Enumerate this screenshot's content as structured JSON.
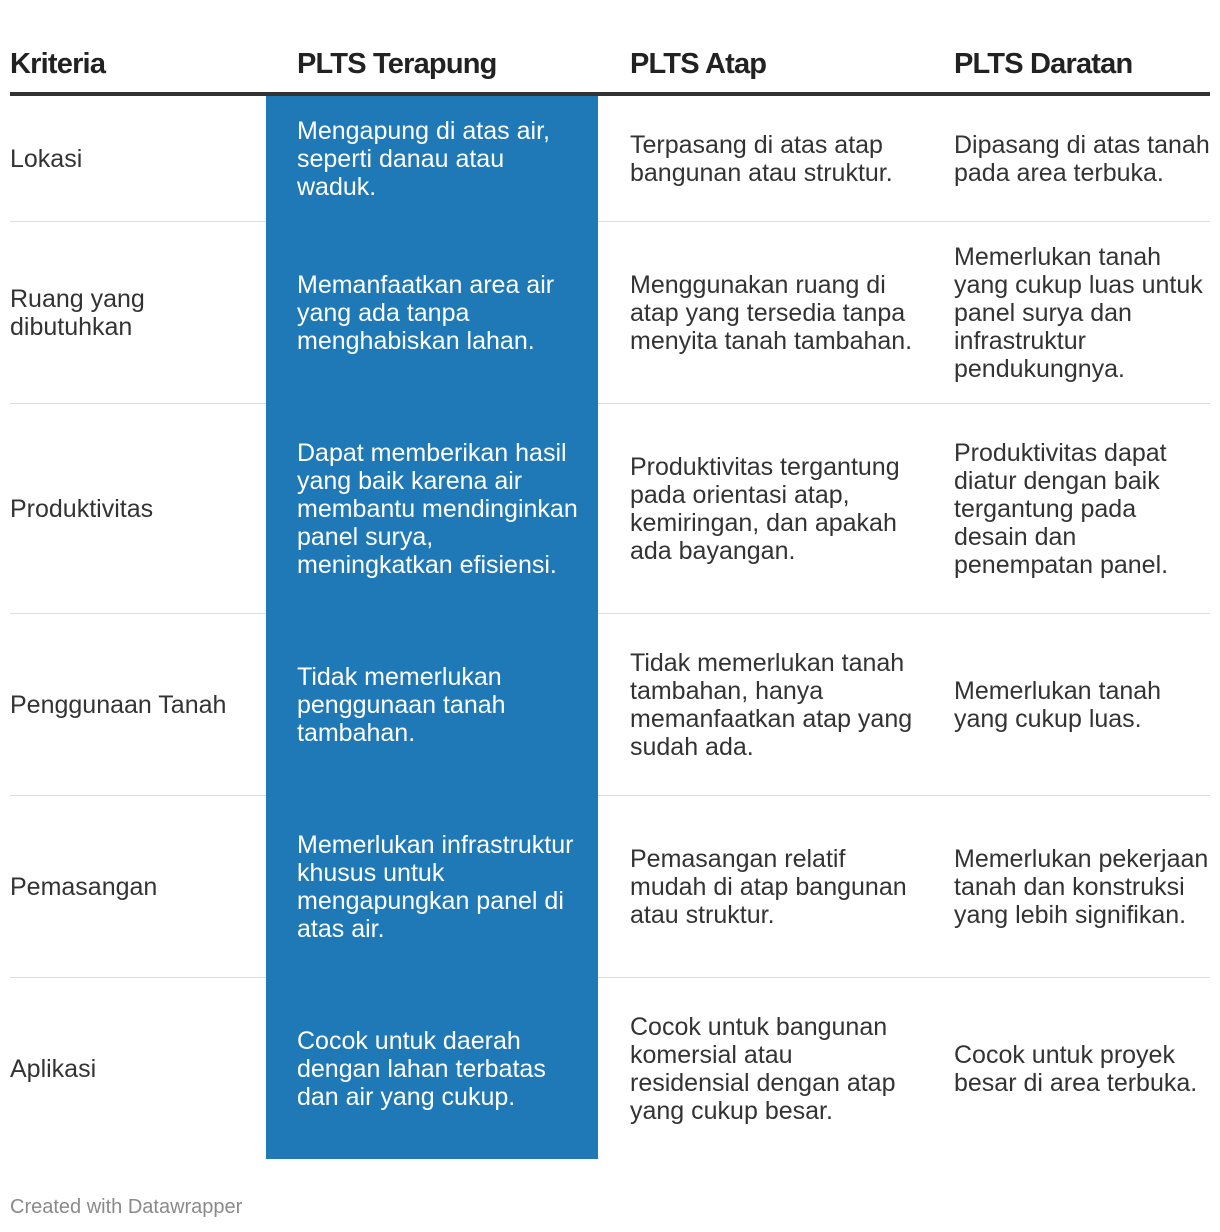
{
  "table": {
    "headers": [
      "Kriteria",
      "PLTS Terapung",
      "PLTS Atap",
      "PLTS Daratan"
    ],
    "rows": [
      {
        "kriteria": "Lokasi",
        "terapung": "Mengapung di atas air, seperti danau atau waduk.",
        "atap": "Terpasang di atas atap bangunan atau struktur.",
        "daratan": "Dipasang di atas tanah pada area terbuka."
      },
      {
        "kriteria": "Ruang yang dibutuhkan",
        "terapung": "Memanfaatkan area air yang ada tanpa menghabiskan lahan.",
        "atap": "Menggunakan ruang di atap yang tersedia tanpa menyita tanah tambahan.",
        "daratan": "Memerlukan tanah yang cukup luas untuk panel surya dan infrastruktur pendukungnya."
      },
      {
        "kriteria": "Produktivitas",
        "terapung": "Dapat memberikan hasil yang baik karena air membantu mendinginkan panel surya, meningkatkan efisiensi.",
        "atap": "Produktivitas tergantung pada orientasi atap, kemiringan, dan apakah ada bayangan.",
        "daratan": "Produktivitas dapat diatur dengan baik tergantung pada desain dan penempatan panel."
      },
      {
        "kriteria": "Penggunaan Tanah",
        "terapung": "Tidak memerlukan penggunaan tanah tambahan.",
        "atap": "Tidak memerlukan tanah tambahan, hanya memanfaatkan atap yang sudah ada.",
        "daratan": "Memerlukan tanah yang cukup luas."
      },
      {
        "kriteria": "Pemasangan",
        "terapung": "Memerlukan infrastruktur khusus untuk mengapungkan panel di atas air.",
        "atap": "Pemasangan relatif mudah di atap bangunan atau struktur.",
        "daratan": "Memerlukan pekerjaan tanah dan konstruksi yang lebih signifikan."
      },
      {
        "kriteria": "Aplikasi",
        "terapung": "Cocok untuk daerah dengan lahan terbatas dan air yang cukup.",
        "atap": "Cocok untuk bangunan komersial atau residensial dengan atap yang cukup besar.",
        "daratan": "Cocok untuk proyek besar di area terbuka."
      }
    ]
  },
  "colors": {
    "highlight_column": "#2079b7",
    "header_rule": "#333333",
    "row_divider": "#dedede"
  },
  "footer": {
    "credit": "Created with Datawrapper"
  }
}
